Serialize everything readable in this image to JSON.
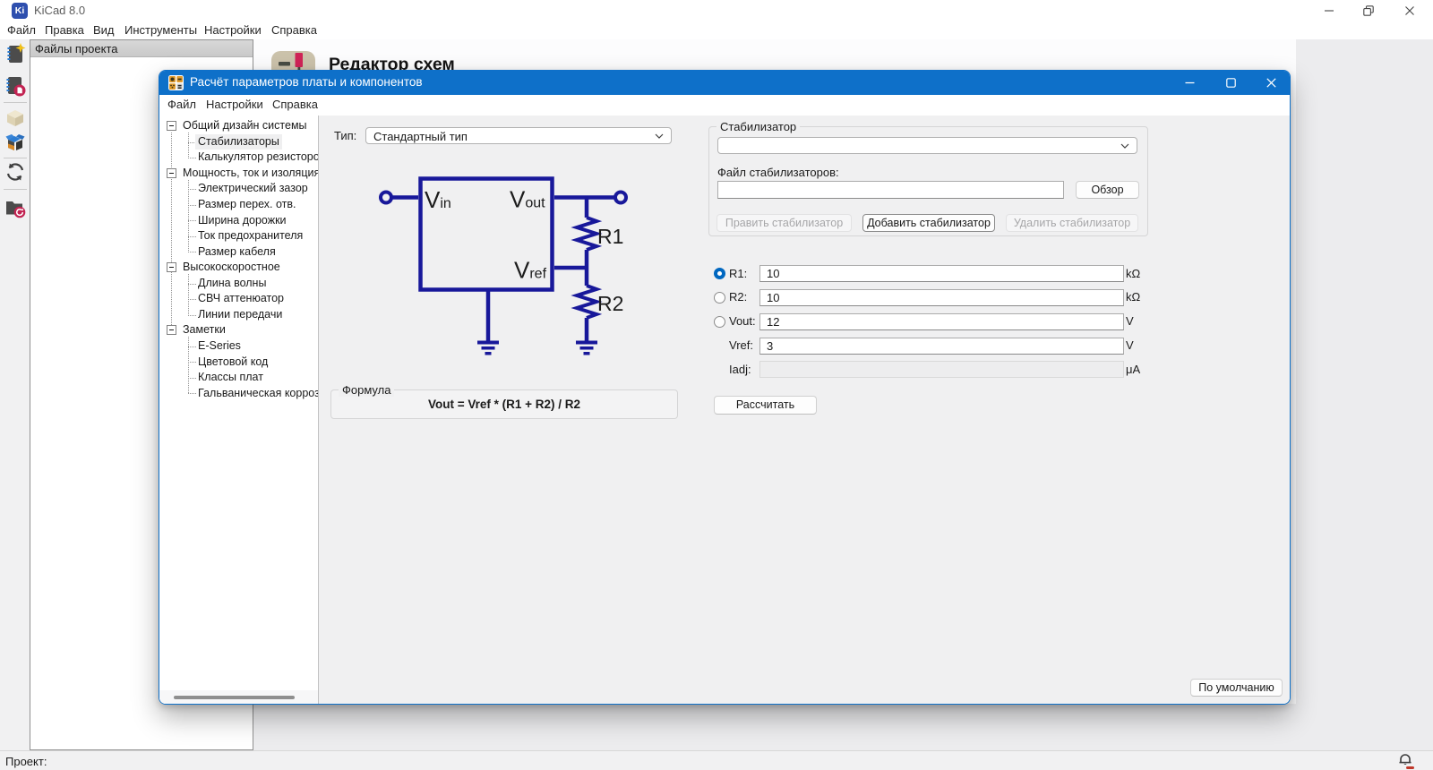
{
  "window": {
    "title": "KiCad 8.0",
    "menu": [
      "Файл",
      "Правка",
      "Вид",
      "Инструменты",
      "Настройки",
      "Справка"
    ],
    "project_panel_title": "Файлы проекта",
    "launcher_item_label": "Редактор схем",
    "statusbar_text": "Проект:",
    "toolbar_icons": [
      "new-project-icon",
      "open-project-icon",
      "archive-project-icon",
      "unarchive-project-icon",
      "refresh-icon",
      "open-folder-icon"
    ]
  },
  "dialog": {
    "title": "Расчёт параметров платы и компонентов",
    "menu": [
      "Файл",
      "Настройки",
      "Справка"
    ],
    "tree": [
      {
        "label": "Общий дизайн системы",
        "level": 0
      },
      {
        "label": "Стабилизаторы",
        "level": 1,
        "selected": true
      },
      {
        "label": "Калькулятор резисторов",
        "level": 1
      },
      {
        "label": "Мощность, ток и изоляция",
        "level": 0
      },
      {
        "label": "Электрический зазор",
        "level": 1
      },
      {
        "label": "Размер перех. отв.",
        "level": 1
      },
      {
        "label": "Ширина дорожки",
        "level": 1
      },
      {
        "label": "Ток предохранителя",
        "level": 1
      },
      {
        "label": "Размер кабеля",
        "level": 1
      },
      {
        "label": "Высокоскоростное",
        "level": 0
      },
      {
        "label": "Длина волны",
        "level": 1
      },
      {
        "label": "СВЧ аттенюатор",
        "level": 1
      },
      {
        "label": "Линии передачи",
        "level": 1
      },
      {
        "label": "Заметки",
        "level": 0
      },
      {
        "label": "E-Series",
        "level": 1
      },
      {
        "label": "Цветовой код",
        "level": 1
      },
      {
        "label": "Классы плат",
        "level": 1
      },
      {
        "label": "Гальваническая коррозия",
        "level": 1
      }
    ],
    "type_label": "Тип:",
    "type_value": "Стандартный тип",
    "diagram": {
      "vin_v": "V",
      "vin_sub": "in",
      "vout_v": "V",
      "vout_sub": "out",
      "vref_v": "V",
      "vref_sub": "ref",
      "r1": "R1",
      "r2": "R2",
      "line_color": "#18189a",
      "text_color": "#1c1c1c"
    },
    "formula_group_label": "Формула",
    "formula": "Vout = Vref * (R1 + R2) / R2",
    "stabilizer_group_label": "Стабилизатор",
    "stabilizer_value": "",
    "file_label": "Файл стабилизаторов:",
    "file_value": "",
    "browse_label": "Обзор",
    "edit_button": "Править стабилизатор",
    "add_button": "Добавить стабилизатор",
    "delete_button": "Удалить стабилизатор",
    "params": [
      {
        "label": "R1:",
        "value": "10",
        "unit": "kΩ",
        "radio": "checked"
      },
      {
        "label": "R2:",
        "value": "10",
        "unit": "kΩ",
        "radio": "unchecked"
      },
      {
        "label": "Vout:",
        "value": "12",
        "unit": "V",
        "radio": "unchecked"
      },
      {
        "label": "Vref:",
        "value": "3",
        "unit": "V"
      },
      {
        "label": "Iadj:",
        "value": "",
        "unit": "μA",
        "disabled": true
      }
    ],
    "calculate_button": "Рассчитать",
    "defaults_button": "По умолчанию"
  },
  "colors": {
    "titlebar_blue": "#0e70c9",
    "accent_radio": "#0067c0",
    "circuit_line": "#18189a"
  }
}
